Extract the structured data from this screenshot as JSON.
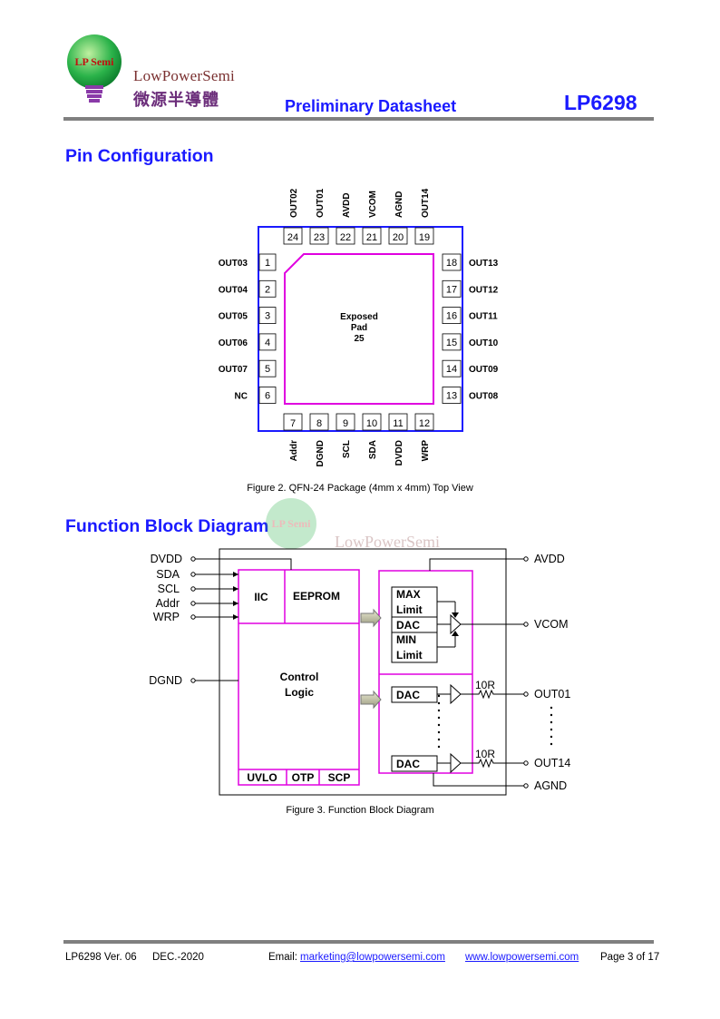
{
  "header": {
    "logo_text": "LP Semi",
    "brand_en": "LowPowerSemi",
    "brand_cn": "微源半導體",
    "doc_type": "Preliminary Datasheet",
    "part_number": "LP6298"
  },
  "pin_config": {
    "heading": "Pin Configuration",
    "pad_label": [
      "Exposed",
      "Pad",
      "25"
    ],
    "top_pins": [
      {
        "num": "24",
        "name": "OUT02"
      },
      {
        "num": "23",
        "name": "OUT01"
      },
      {
        "num": "22",
        "name": "AVDD"
      },
      {
        "num": "21",
        "name": "VCOM"
      },
      {
        "num": "20",
        "name": "AGND"
      },
      {
        "num": "19",
        "name": "OUT14"
      }
    ],
    "left_pins": [
      {
        "num": "1",
        "name": "OUT03"
      },
      {
        "num": "2",
        "name": "OUT04"
      },
      {
        "num": "3",
        "name": "OUT05"
      },
      {
        "num": "4",
        "name": "OUT06"
      },
      {
        "num": "5",
        "name": "OUT07"
      },
      {
        "num": "6",
        "name": "NC"
      }
    ],
    "right_pins": [
      {
        "num": "18",
        "name": "OUT13"
      },
      {
        "num": "17",
        "name": "OUT12"
      },
      {
        "num": "16",
        "name": "OUT11"
      },
      {
        "num": "15",
        "name": "OUT10"
      },
      {
        "num": "14",
        "name": "OUT09"
      },
      {
        "num": "13",
        "name": "OUT08"
      }
    ],
    "bottom_pins": [
      {
        "num": "7",
        "name": "Addr"
      },
      {
        "num": "8",
        "name": "DGND"
      },
      {
        "num": "9",
        "name": "SCL"
      },
      {
        "num": "10",
        "name": "SDA"
      },
      {
        "num": "11",
        "name": "DVDD"
      },
      {
        "num": "12",
        "name": "WRP"
      }
    ],
    "caption": "Figure 2. QFN-24 Package (4mm x 4mm) Top View"
  },
  "block_diagram": {
    "heading": "Function Block Diagram",
    "left_signals": [
      "DVDD",
      "SDA",
      "SCL",
      "Addr",
      "WRP",
      "DGND"
    ],
    "right_signals": [
      "AVDD",
      "VCOM",
      "OUT01",
      "OUT14",
      "AGND"
    ],
    "iic": "IIC",
    "eeprom": "EEPROM",
    "control": [
      "Control",
      "Logic"
    ],
    "protections": [
      "UVLO",
      "OTP",
      "SCP"
    ],
    "max_limit": [
      "MAX",
      "Limit"
    ],
    "dac": "DAC",
    "min_limit": [
      "MIN",
      "Limit"
    ],
    "resistor": "10R",
    "caption": "Figure 3. Function Block Diagram"
  },
  "footer": {
    "version": "LP6298 Ver. 06",
    "date": "DEC.-2020",
    "email_label": "Email:",
    "email": "marketing@lowpowersemi.com",
    "website": "www.lowpowersemi.com",
    "page": "Page 3 of 17"
  },
  "colors": {
    "accent_blue": "#1a1aff",
    "pad_magenta": "#e000e0",
    "logo_green": "#22b14c"
  }
}
